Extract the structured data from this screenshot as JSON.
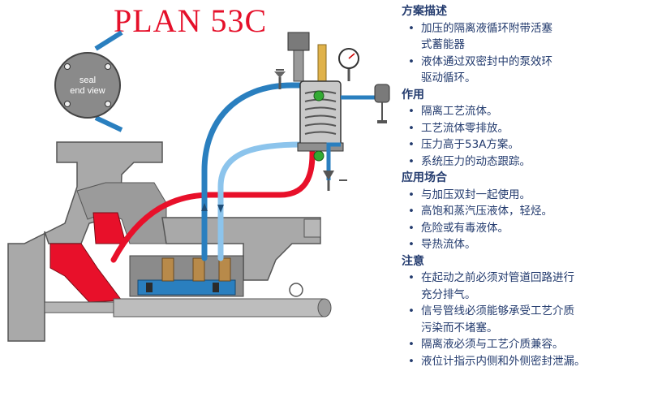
{
  "title": "PLAN 53C",
  "seal_view_label_line1": "seal",
  "seal_view_label_line2": "end view",
  "sections": [
    {
      "heading": "方案描述",
      "items": [
        "加压的隔离液循环附带活塞式蓄能器",
        "液体通过双密封中的泵效环驱动循环。"
      ]
    },
    {
      "heading": "作用",
      "items": [
        "隔离工艺流体。",
        "工艺流体零排放。",
        "压力高于53A方案。",
        "系统压力的动态跟踪。"
      ]
    },
    {
      "heading": "应用场合",
      "items": [
        "与加压双封一起使用。",
        "高饱和蒸汽压液体，轻烃。",
        "危险或有毒液体。",
        "导热流体。"
      ]
    },
    {
      "heading": "注意",
      "items": [
        "在起动之前必须对管道回路进行充分排气。",
        "信号管线必须能够承受工艺介质污染而不堵塞。",
        "隔离液必须与工艺介质兼容。",
        "液位计指示内侧和外侧密封泄漏。"
      ]
    }
  ],
  "colors": {
    "title": "#e5102a",
    "process_line": "#e8102a",
    "barrier_line_dark": "#2a7fbf",
    "barrier_line_light": "#8cc4ec",
    "text": "#233b6e",
    "casing": "#a9a9a9"
  }
}
